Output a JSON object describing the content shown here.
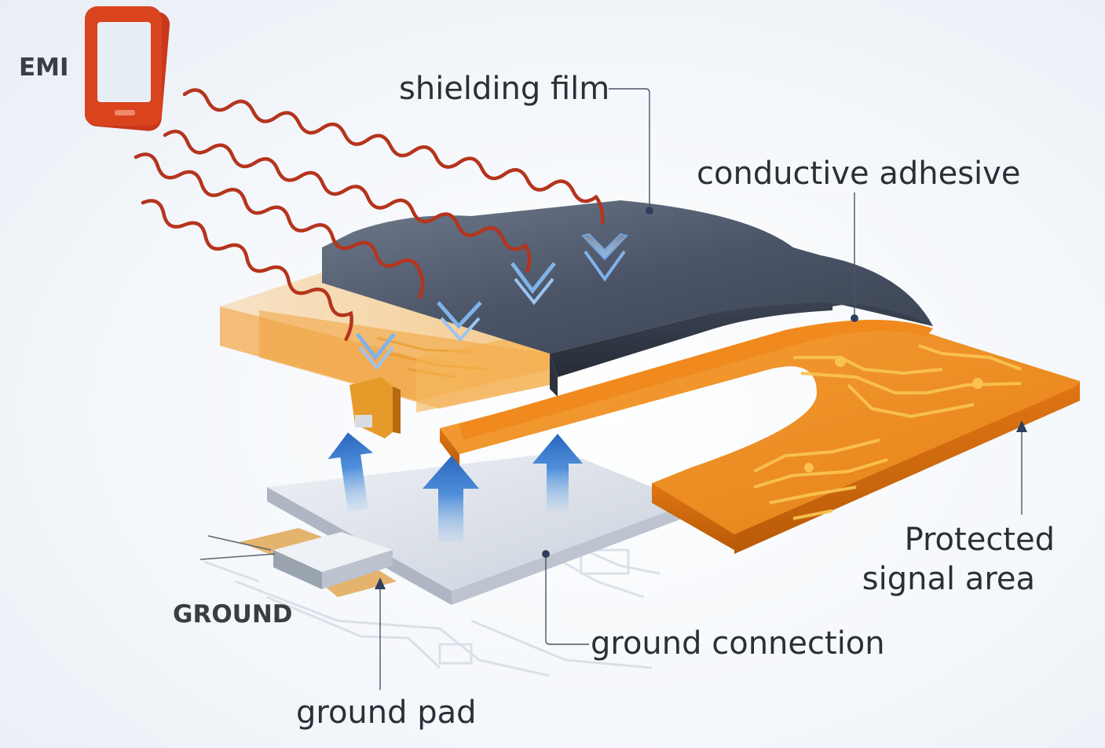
{
  "labels": {
    "emi": "EMI",
    "shielding_film": "shielding film",
    "conductive_adhesive": "conductive adhesive",
    "protected_line1": "Protected",
    "protected_line2": "signal area",
    "ground_connection": "ground connection",
    "ground": "GROUND",
    "ground_pad": "ground pad"
  },
  "colors": {
    "emi_wave": "#b5341d",
    "device_body": "#c9381c",
    "shield_film": "#4a5466",
    "flex_copper": "#f08a1e",
    "trace": "#f7b441",
    "current_arrow": "#2f6fc4",
    "ground_plate": "#d7dde6"
  },
  "icons": {
    "emi_source": "phone-icon",
    "incoming_interference": "wave-arrow-icon",
    "ground_current": "up-arrow-icon"
  }
}
